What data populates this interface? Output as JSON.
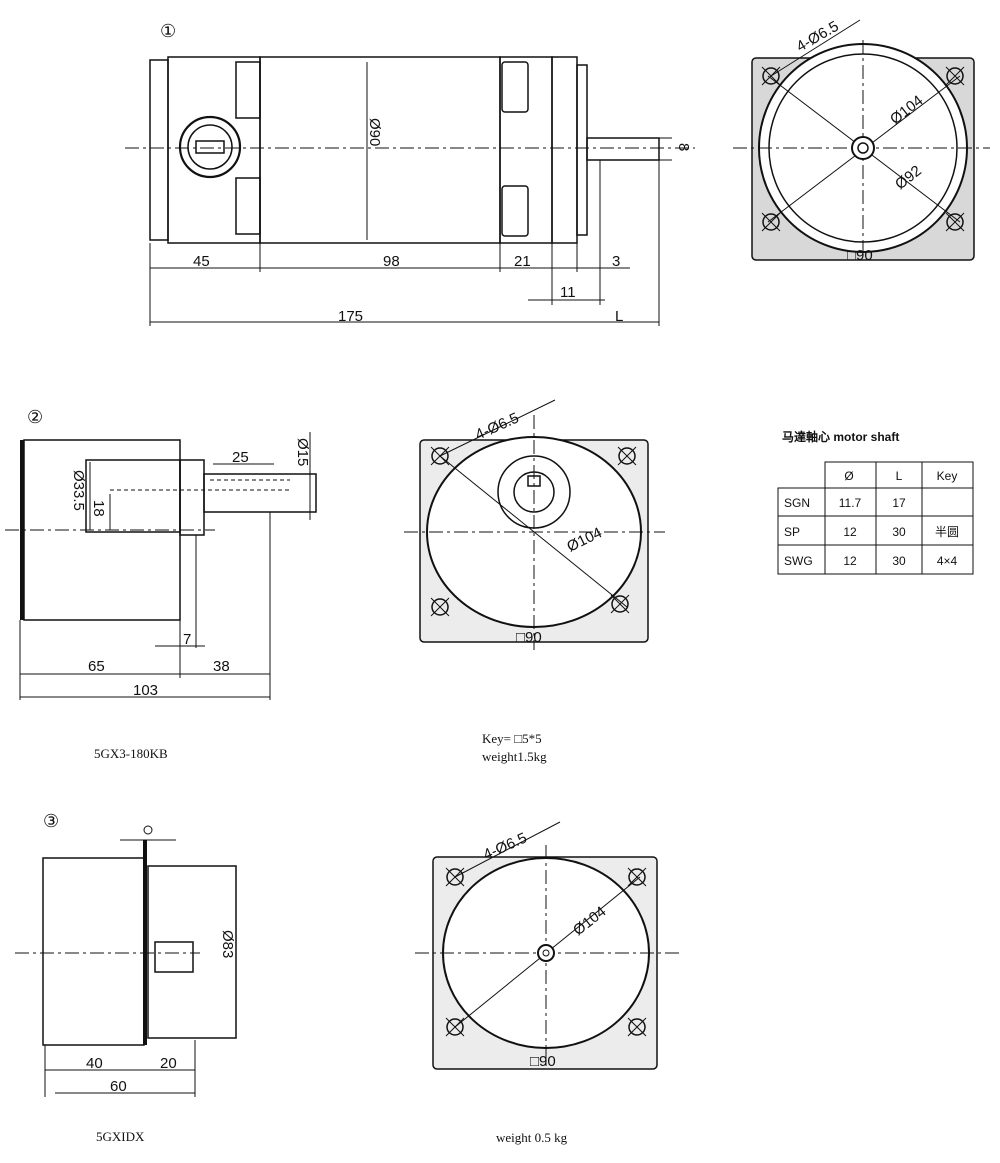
{
  "view1": {
    "marker": "①",
    "dims": {
      "d90": "Ø90",
      "b8": "8",
      "d45": "45",
      "d98": "98",
      "d21": "21",
      "d3": "3",
      "d11": "11",
      "d175": "175",
      "L": "L",
      "bolt": "4-Ø6.5",
      "pcd104": "Ø104",
      "d92": "Ø92",
      "sq90": "□90"
    }
  },
  "view2": {
    "marker": "②",
    "dims": {
      "d25": "25",
      "d15": "Ø15",
      "d33": "Ø33.5",
      "d18": "18",
      "d7": "7",
      "d65": "65",
      "d38": "38",
      "d103": "103",
      "bolt": "4-Ø6.5",
      "d104": "Ø104",
      "sq90": "□90"
    },
    "caption_left": "5GX3-180KB",
    "key_note": "Key= □5*5",
    "weight": "weight1.5kg"
  },
  "shaft_table": {
    "title": "马達軸心 motor shaft",
    "headers": [
      "",
      "Ø",
      "L",
      "Key"
    ],
    "rows": [
      [
        "SGN",
        "11.7",
        "17",
        ""
      ],
      [
        "SP",
        "12",
        "30",
        "半圆"
      ],
      [
        "SWG",
        "12",
        "30",
        "4×4"
      ]
    ]
  },
  "view3": {
    "marker": "③",
    "dims": {
      "d83": "Ø83",
      "d40": "40",
      "d20": "20",
      "d60": "60",
      "bolt": "4-Ø6.5",
      "d104": "Ø104",
      "sq90": "□90"
    },
    "caption_left": "5GXIDX",
    "weight": "weight 0.5 kg"
  }
}
